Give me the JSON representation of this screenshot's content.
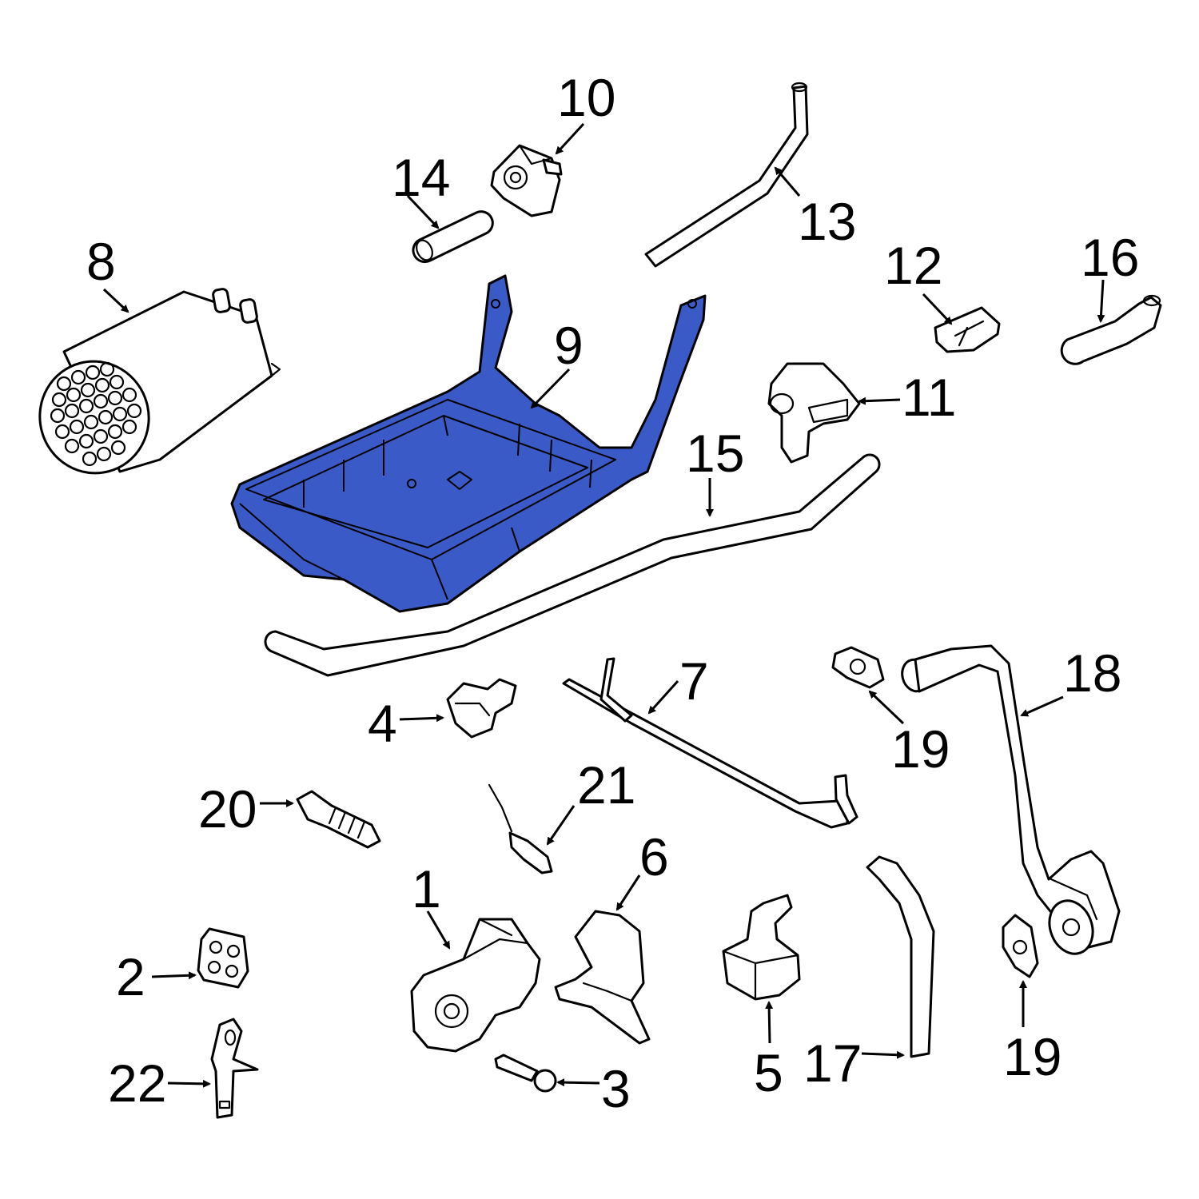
{
  "highlight_color": "#3a5bc7",
  "callouts": [
    {
      "id": "1",
      "label": "1"
    },
    {
      "id": "2",
      "label": "2"
    },
    {
      "id": "3",
      "label": "3"
    },
    {
      "id": "4",
      "label": "4"
    },
    {
      "id": "5",
      "label": "5"
    },
    {
      "id": "6",
      "label": "6"
    },
    {
      "id": "7",
      "label": "7"
    },
    {
      "id": "8",
      "label": "8"
    },
    {
      "id": "9",
      "label": "9"
    },
    {
      "id": "10",
      "label": "10"
    },
    {
      "id": "11",
      "label": "11"
    },
    {
      "id": "12",
      "label": "12"
    },
    {
      "id": "13",
      "label": "13"
    },
    {
      "id": "14",
      "label": "14"
    },
    {
      "id": "15",
      "label": "15"
    },
    {
      "id": "16",
      "label": "16"
    },
    {
      "id": "17",
      "label": "17"
    },
    {
      "id": "18",
      "label": "18"
    },
    {
      "id": "19a",
      "label": "19"
    },
    {
      "id": "19b",
      "label": "19"
    },
    {
      "id": "20",
      "label": "20"
    },
    {
      "id": "21",
      "label": "21"
    },
    {
      "id": "22",
      "label": "22"
    }
  ],
  "highlighted_part": "9"
}
